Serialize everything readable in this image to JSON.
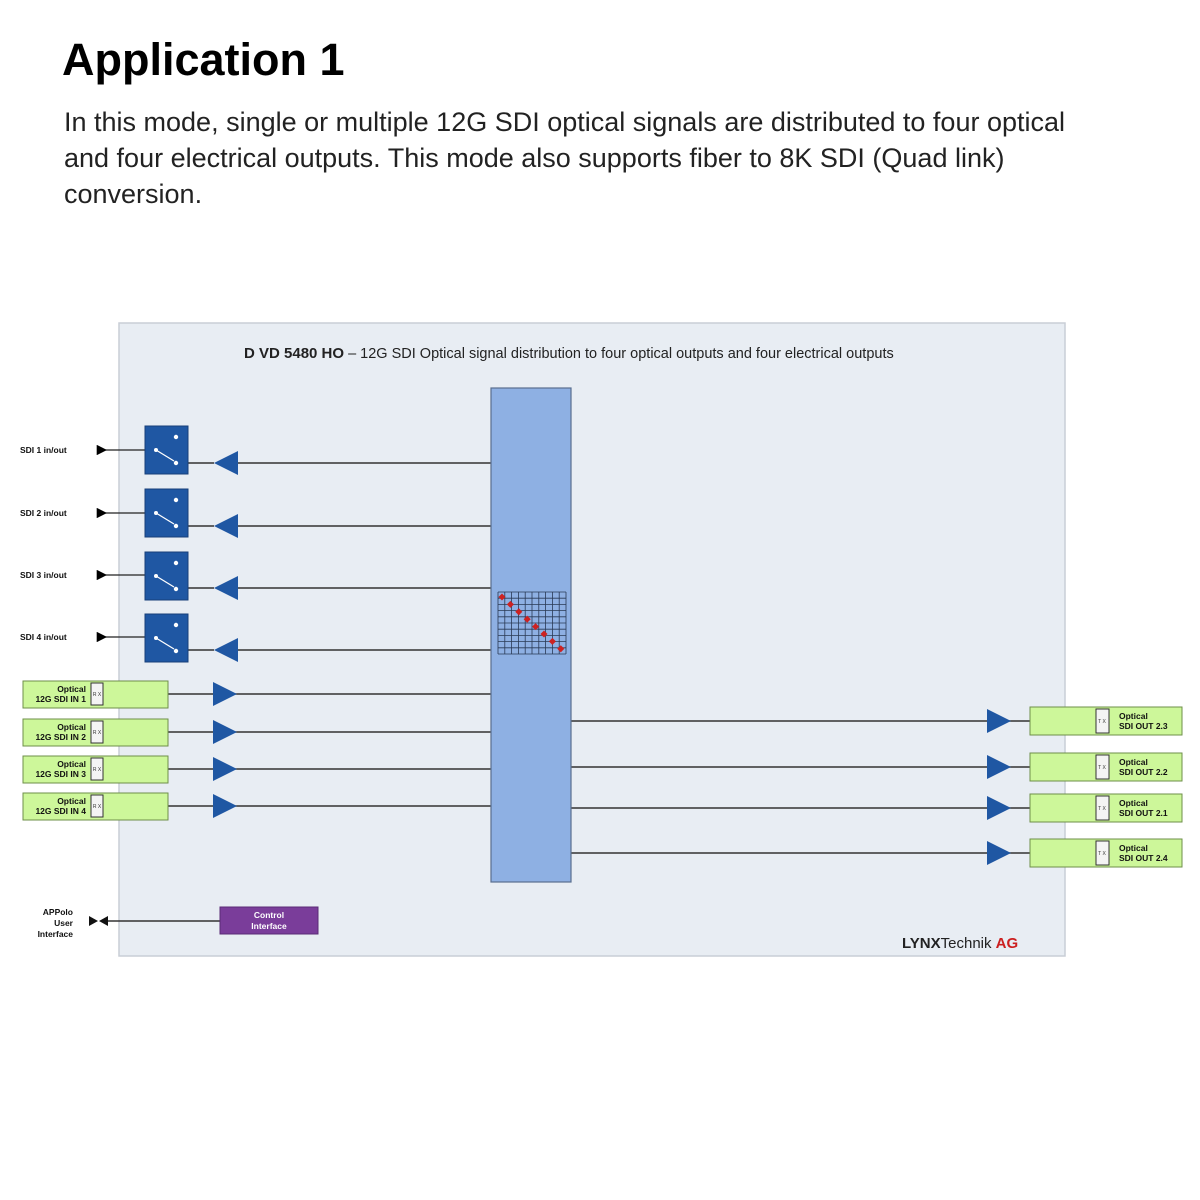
{
  "heading": "Application 1",
  "intro": "In this mode, single or multiple 12G SDI optical signals are distributed to four optical and four electrical outputs. This mode also supports fiber to 8K SDI (Quad link) conversion.",
  "diagram": {
    "title_bold": "D VD 5480 HO",
    "title_rest": " – 12G SDI Optical signal distribution to four optical outputs and four electrical outputs",
    "sdi_ports": [
      "SDI 1 in/out",
      "SDI 2 in/out",
      "SDI 3 in/out",
      "SDI 4 in/out"
    ],
    "optical_inputs": [
      {
        "line1": "Optical",
        "line2": "12G SDI IN 1"
      },
      {
        "line1": "Optical",
        "line2": "12G SDI IN 2"
      },
      {
        "line1": "Optical",
        "line2": "12G SDI IN 3"
      },
      {
        "line1": "Optical",
        "line2": "12G SDI IN 4"
      }
    ],
    "rx_label": "R X",
    "tx_label": "T X",
    "optical_outputs": [
      {
        "line1": "Optical",
        "line2": "SDI OUT 2.3"
      },
      {
        "line1": "Optical",
        "line2": "SDI OUT 2.2"
      },
      {
        "line1": "Optical",
        "line2": "SDI OUT 2.1"
      },
      {
        "line1": "Optical",
        "line2": "SDI OUT 2.4"
      }
    ],
    "control": {
      "line1": "Control",
      "line2": "Interface"
    },
    "user_interface": [
      "APPolo",
      "User",
      "Interface"
    ],
    "brand": {
      "part1": "LYNX",
      "part2": "Technik ",
      "part3": "AG"
    },
    "colors": {
      "panel": "#e8edf3",
      "crosspoint": "#8eb0e3",
      "switch_box": "#1f57a3",
      "triangle": "#1f57a3",
      "optical_port": "#cdf79a",
      "control": "#7a3d9a",
      "brand_accent": "#cc1f1f",
      "matrix_dot": "#cc2222"
    }
  }
}
